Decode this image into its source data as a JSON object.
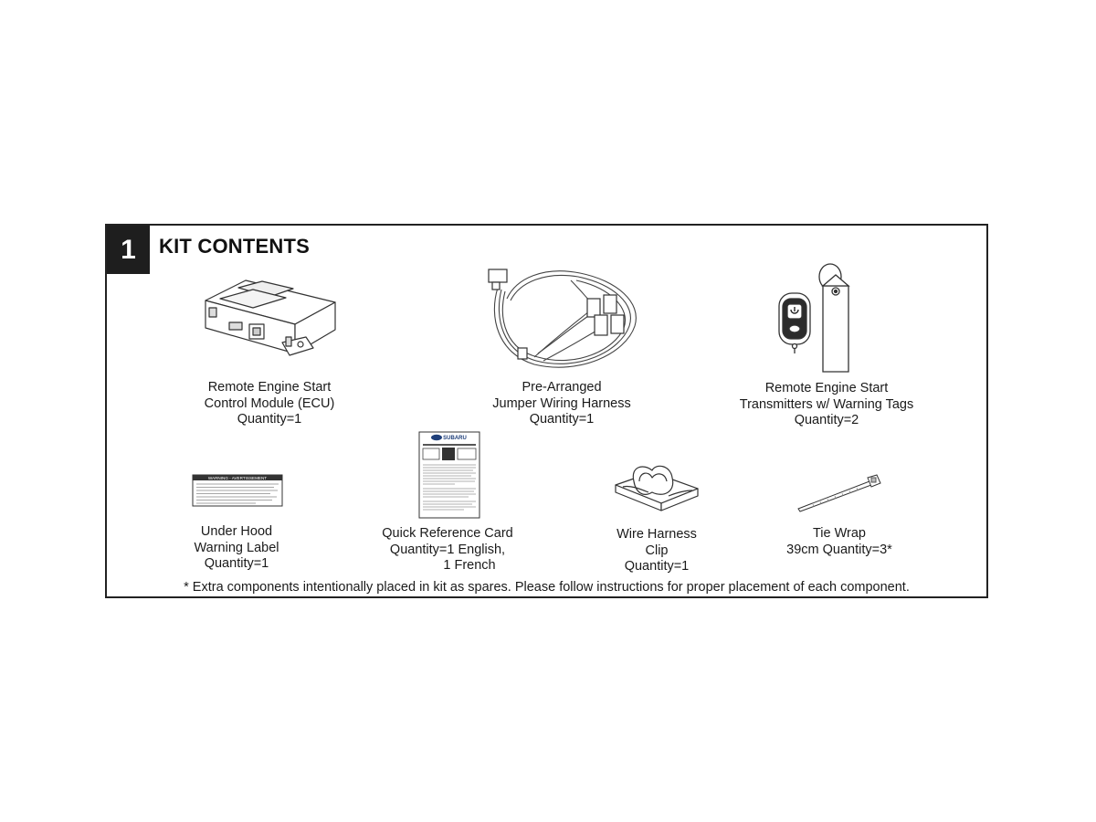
{
  "section": {
    "number": "1",
    "title": "KIT CONTENTS"
  },
  "items": {
    "ecu": {
      "line1": "Remote Engine Start",
      "line2": "Control Module (ECU)",
      "line3": "Quantity=1"
    },
    "harness": {
      "line1": "Pre-Arranged",
      "line2": "Jumper Wiring Harness",
      "line3": "Quantity=1"
    },
    "transmitters": {
      "line1": "Remote Engine Start",
      "line2": "Transmitters w/ Warning Tags",
      "line3": "Quantity=2"
    },
    "warning_label": {
      "line1": "Under Hood",
      "line2": "Warning Label",
      "line3": "Quantity=1",
      "sticker_text": "WARNING - AVERTISSEMENT"
    },
    "reference_card": {
      "line1": "Quick Reference Card",
      "line2": "Quantity=1 English,",
      "line3": "1 French",
      "brand_text": "SUBARU"
    },
    "clip": {
      "line1": "Wire Harness",
      "line2": "Clip",
      "line3": "Quantity=1"
    },
    "tie_wrap": {
      "line1": "Tie Wrap",
      "line2": "39cm Quantity=3*"
    }
  },
  "footnote": "* Extra components intentionally placed in kit as spares.  Please follow instructions for proper placement of each component."
}
